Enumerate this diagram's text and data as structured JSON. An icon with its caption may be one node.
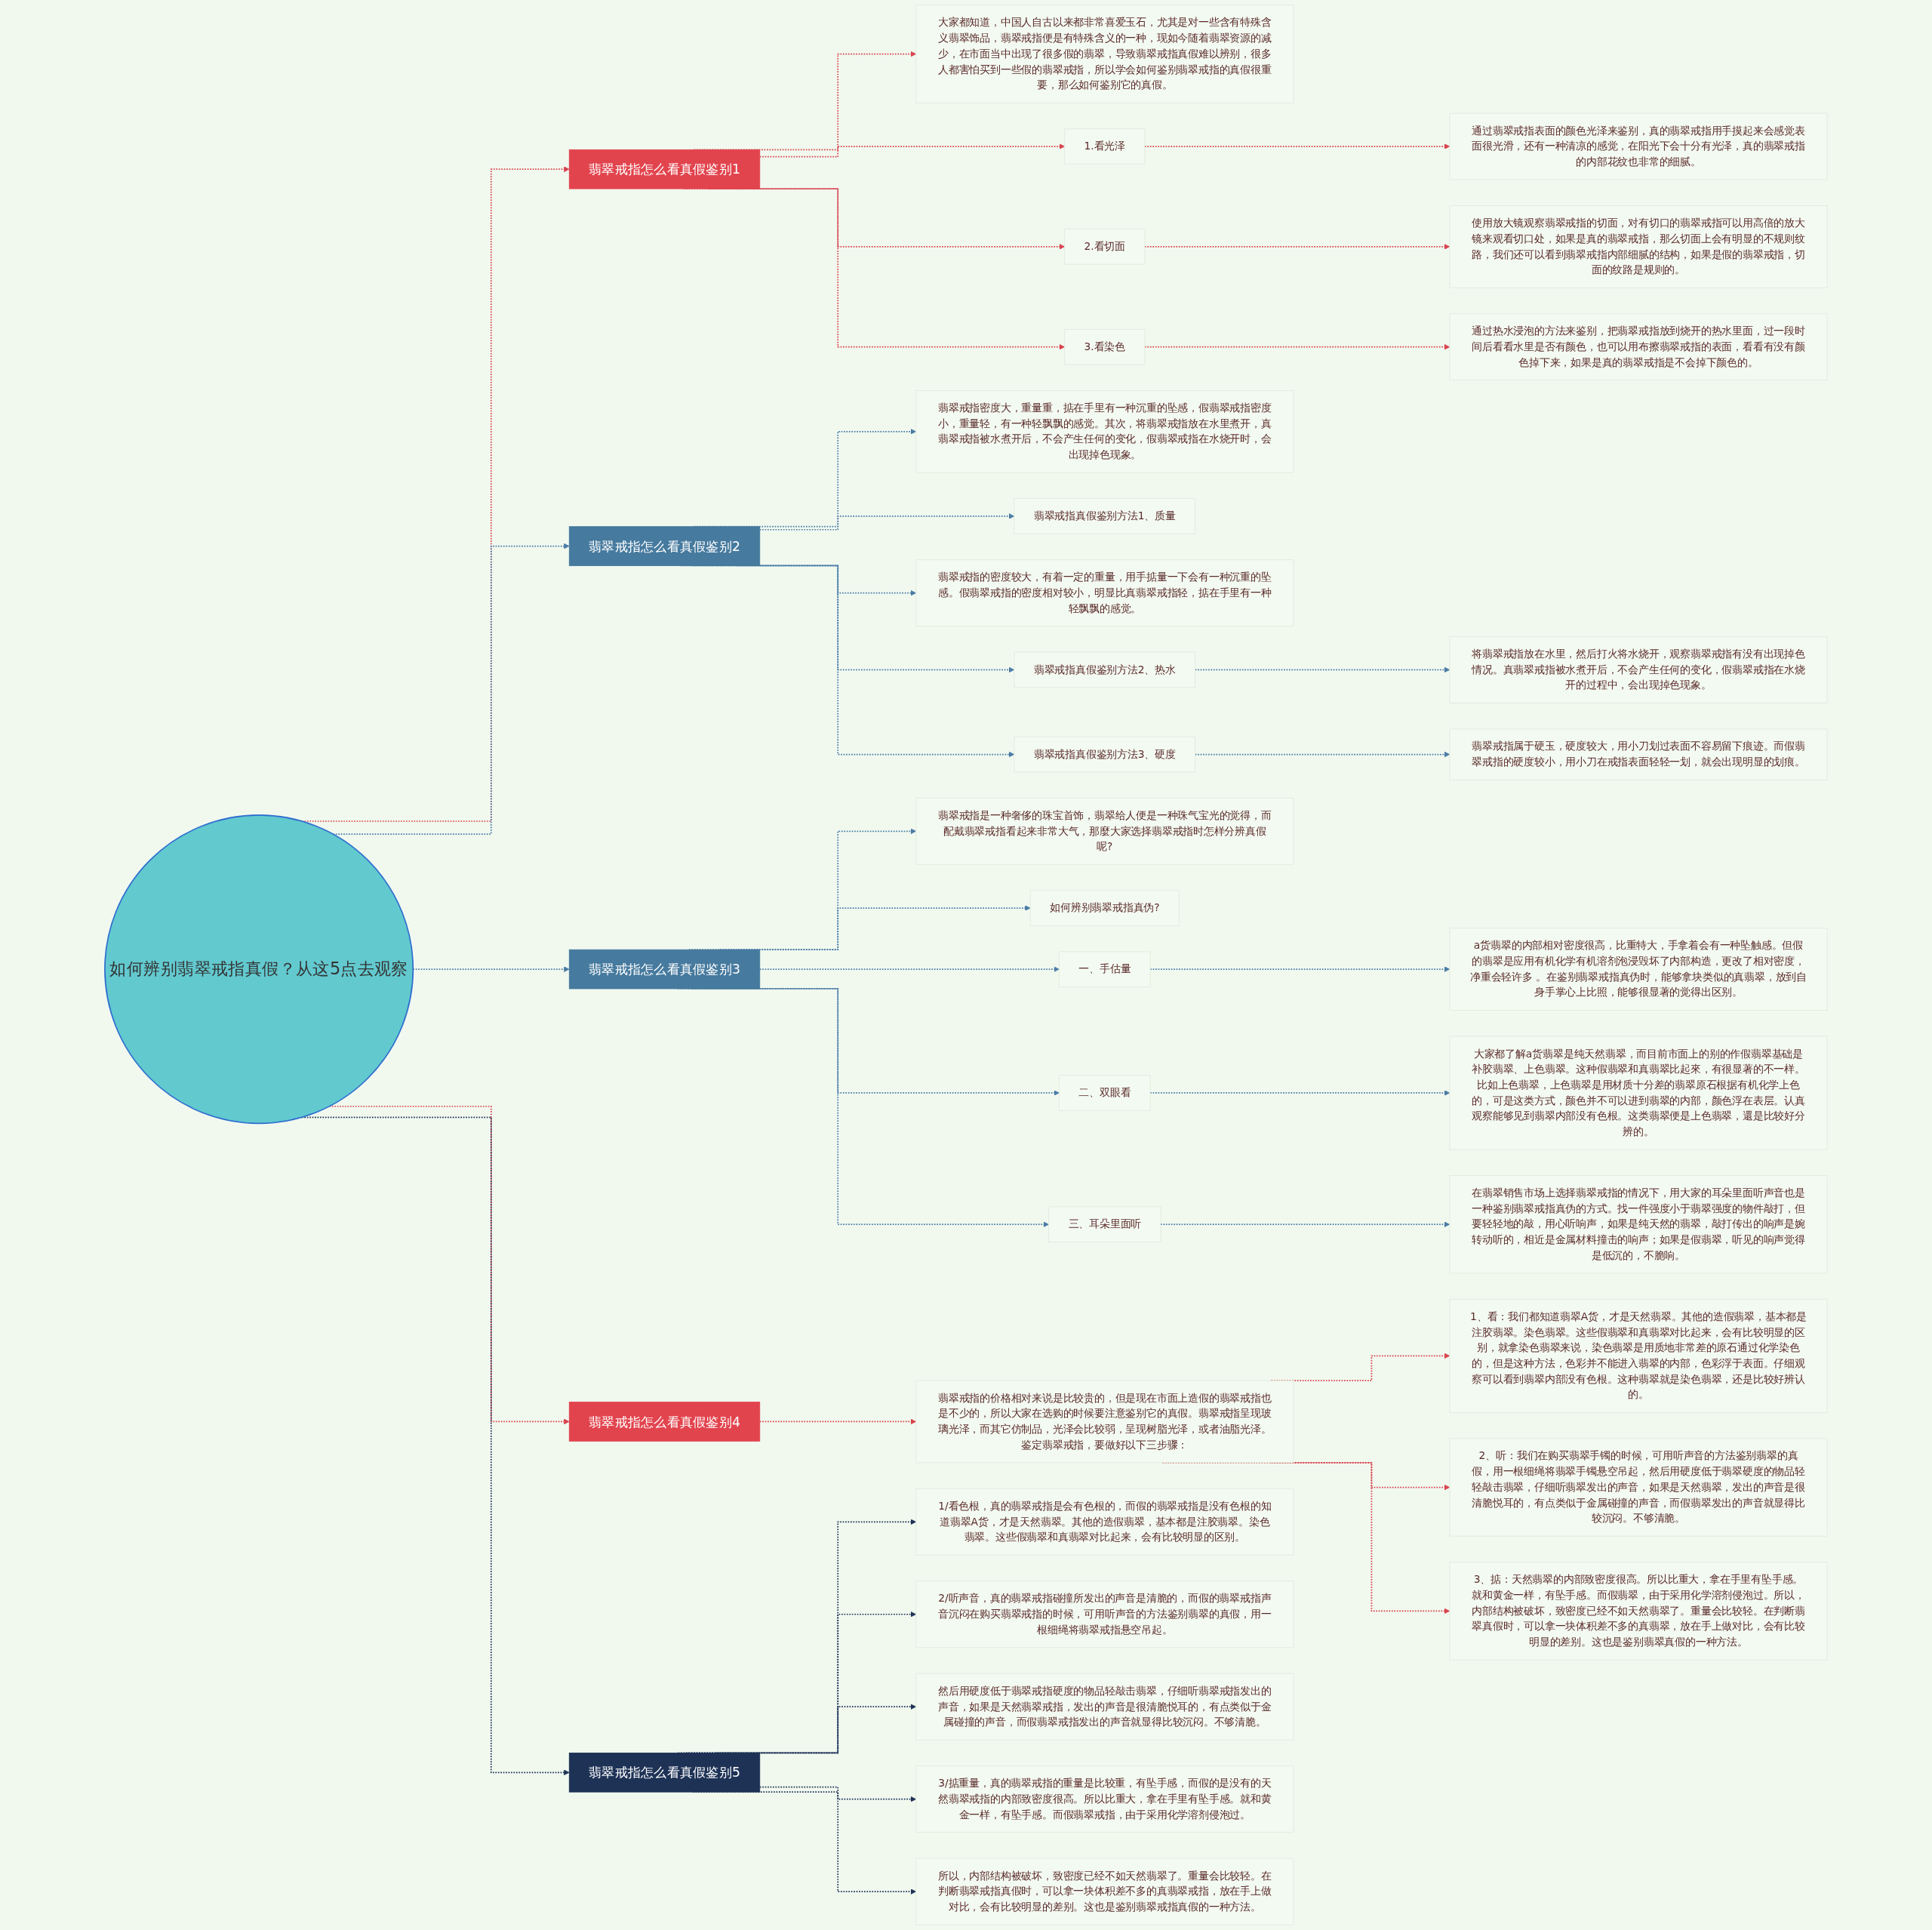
{
  "diagram": {
    "nodes": [
      {
        "text": [
          "如何辨别翡翠戒指真假？从这5点去观察"
        ]
      },
      {
        "text": [
          "翡翠戒指怎么看真假鉴别1"
        ]
      },
      {
        "text": [
          "大家都知道，中国人自古以来都非常喜爱玉石，尤其是对一些含有特殊含义翡翠饰品，翡翠戒指便是有特殊含义的一种，现如今随着翡翠资源的减少，在市面当中出现了很多假的翡翠，导致翡翠戒指真假难以辨别，很多人都害怕买到一些假的翡翠戒指，所以学会如何鉴别翡翠戒指的真假很重要，那么如何鉴别它的真假。"
        ]
      },
      {
        "text": [
          "1.看光泽"
        ]
      },
      {
        "text": [
          "通过翡翠戒指表面的颜色光泽来鉴别，真的翡翠戒指用手摸起来会感觉表面很光滑，还有一种清凉的感觉，在阳光下会十分有光泽，真的翡翠戒指的内部花纹也非常的细腻。"
        ]
      },
      {
        "text": [
          "2.看切面"
        ]
      },
      {
        "text": [
          "使用放大镜观察翡翠戒指的切面，对有切口的翡翠戒指可以用高倍的放大镜来观看切口处，如果是真的翡翠戒指，那么切面上会有明显的不规则纹路，我们还可以看到翡翠戒指内部细腻的结构，如果是假的翡翠戒指，切面的纹路是规则的。"
        ]
      },
      {
        "text": [
          "3.看染色"
        ]
      },
      {
        "text": [
          "通过热水浸泡的方法来鉴别，把翡翠戒指放到烧开的热水里面，过一段时间后看看水里是否有颜色，也可以用布擦翡翠戒指的表面，看看有没有颜色掉下来，如果是真的翡翠戒指是不会掉下颜色的。"
        ]
      },
      {
        "text": [
          "翡翠戒指怎么看真假鉴别2"
        ]
      },
      {
        "text": [
          "翡翠戒指密度大，重量重，掂在手里有一种沉重的坠感，假翡翠戒指密度小，重量轻，有一种轻飘飘的感觉。其次，将翡翠戒指放在水里煮开，真翡翠戒指被水煮开后，不会产生任何的变化，假翡翠戒指在水烧开时，会出现掉色现象。"
        ]
      },
      {
        "text": [
          "翡翠戒指真假鉴别方法1、质量"
        ]
      },
      {
        "text": [
          "翡翠戒指的密度较大，有着一定的重量，用手掂量一下会有一种沉重的坠感。假翡翠戒指的密度相对较小，明显比真翡翠戒指轻，掂在手里有一种轻飘飘的感觉。"
        ]
      },
      {
        "text": [
          "翡翠戒指真假鉴别方法2、热水"
        ]
      },
      {
        "text": [
          "将翡翠戒指放在水里，然后打火将水烧开，观察翡翠戒指有没有出现掉色情况。真翡翠戒指被水煮开后，不会产生任何的变化，假翡翠戒指在水烧开的过程中，会出现掉色现象。"
        ]
      },
      {
        "text": [
          "翡翠戒指真假鉴别方法3、硬度"
        ]
      },
      {
        "text": [
          "翡翠戒指属于硬玉，硬度较大，用小刀划过表面不容易留下痕迹。而假翡翠戒指的硬度较小，用小刀在戒指表面轻轻一划，就会出现明显的划痕。"
        ]
      },
      {
        "text": [
          "翡翠戒指怎么看真假鉴别3"
        ]
      },
      {
        "text": [
          "翡翠戒指是一种奢侈的珠宝首饰，翡翠给人便是一种珠气宝光的觉得，而配戴翡翠戒指看起来非常大气，那麼大家选择翡翠戒指时怎样分辨真假呢?"
        ]
      },
      {
        "text": [
          "如何辨别翡翠戒指真伪?"
        ]
      },
      {
        "text": [
          "一、手估量"
        ]
      },
      {
        "text": [
          "a货翡翠的内部相对密度很高，比重特大，手拿着会有一种坠触感。但假的翡翠是应用有机化学有机溶剂泡浸毁坏了内部构造，更改了相对密度，净重会轻许多 。在鉴别翡翠戒指真伪时，能够拿块类似的真翡翠，放到自身手掌心上比照，能够很显著的觉得出区别。"
        ]
      },
      {
        "text": [
          "二、双眼看"
        ]
      },
      {
        "text": [
          "大家都了解a货翡翠是纯天然翡翠，而目前市面上的别的作假翡翠基础是补胶翡翠、上色翡翠。这种假翡翠和真翡翠比起來，有很显著的不一样。比如上色翡翠，上色翡翠是用材质十分差的翡翠原石根据有机化学上色的，可是这类方式，颜色并不可以进到翡翠的内部，颜色浮在表层。认真观察能够见到翡翠内部没有色根。这类翡翠便是上色翡翠，還是比较好分辨的。"
        ]
      },
      {
        "text": [
          "三、耳朵里面听"
        ]
      },
      {
        "text": [
          "在翡翠销售市场上选择翡翠戒指的情况下，用大家的耳朵里面听声音也是一种鉴别翡翠戒指真伪的方式。找一件强度小于翡翠强度的物件敲打，但要轻轻地的敲，用心听响声，如果是纯天然的翡翠，敲打传出的响声是婉转动听的，相近是金属材料撞击的响声；如果是假翡翠，听见的响声觉得是低沉的，不脆响。"
        ]
      },
      {
        "text": [
          "翡翠戒指怎么看真假鉴别4"
        ]
      },
      {
        "text": [
          "翡翠戒指的价格相对来说是比较贵的，但是现在市面上造假的翡翠戒指也是不少的，所以大家在选购的时候要注意鉴别它的真假。翡翠戒指呈现玻璃光泽，而其它仿制品，光泽会比较弱，呈现树脂光泽，或者油脂光泽。鉴定翡翠戒指，要做好以下三步骤："
        ]
      },
      {
        "text": [
          "1、看：我们都知道翡翠A货，才是天然翡翠。其他的造假翡翠，基本都是注胶翡翠。染色翡翠。这些假翡翠和真翡翠对比起来，会有比较明显的区别，就拿染色翡翠来说，染色翡翠是用质地非常差的原石通过化学染色的，但是这种方法，色彩并不能进入翡翠的内部，色彩浮于表面。仔细观察可以看到翡翠内部没有色根。这种翡翠就是染色翡翠，还是比较好辨认的。"
        ]
      },
      {
        "text": [
          "2、听：我们在购买翡翠手镯的时候，可用听声音的方法鉴别翡翠的真假，用一根细绳将翡翠手镯悬空吊起，然后用硬度低于翡翠硬度的物品轻轻敲击翡翠，仔细听翡翠发出的声音，如果是天然翡翠，发出的声音是很清脆悦耳的，有点类似于金属碰撞的声音，而假翡翠发出的声音就显得比较沉闷。不够清脆。"
        ]
      },
      {
        "text": [
          "3、掂：天然翡翠的内部致密度很高。所以比重大，拿在手里有坠手感。就和黄金一样，有坠手感。而假翡翠，由于采用化学溶剂侵泡过。所以，内部结构被破坏，致密度已经不如天然翡翠了。重量会比较轻。在判断翡翠真假时，可以拿一块体积差不多的真翡翠，放在手上做对比，会有比较明显的差别。这也是鉴别翡翠真假的一种方法。"
        ]
      },
      {
        "text": [
          "翡翠戒指怎么看真假鉴别5"
        ]
      },
      {
        "text": [
          "1/看色根，真的翡翠戒指是会有色根的，而假的翡翠戒指是没有色根的知道翡翠A货，才是天然翡翠。其他的造假翡翠，基本都是注胶翡翠。染色翡翠。这些假翡翠和真翡翠对比起来，会有比较明显的区别。"
        ]
      },
      {
        "text": [
          "2/听声音，真的翡翠戒指碰撞所发出的声音是清脆的，而假的翡翠戒指声音沉闷在购买翡翠戒指的时候，可用听声音的方法鉴别翡翠的真假，用一根细绳将翡翠戒指悬空吊起。"
        ]
      },
      {
        "text": [
          "然后用硬度低于翡翠戒指硬度的物品轻敲击翡翠，仔细听翡翠戒指发出的声音，如果是天然翡翠戒指，发出的声音是很清脆悦耳的，有点类似于金属碰撞的声音，而假翡翠戒指发出的声音就显得比较沉闷。不够清脆。"
        ]
      },
      {
        "text": [
          "3/掂重量，真的翡翠戒指的重量是比较重，有坠手感，而假的是没有的天然翡翠戒指的内部致密度很高。所以比重大，拿在手里有坠手感。就和黄金一样，有坠手感。而假翡翠戒指，由于采用化学溶剂侵泡过。"
        ]
      },
      {
        "text": [
          "所以，内部结构被破坏，致密度已经不如天然翡翠了。重量会比较轻。在判断翡翠戒指真假时，可以拿一块体积差不多的真翡翠戒指，放在手上做对比，会有比较明显的差别。这也是鉴别翡翠戒指真假的一种方法。"
        ]
      }
    ],
    "edges": [
      {
        "from": 0,
        "to": 1,
        "arrow": "to",
        "style": "dashed",
        "color": "#d9434f"
      },
      {
        "from": 1,
        "to": 2,
        "arrow": "to",
        "style": "dashed",
        "color": "#d9434f"
      },
      {
        "from": 1,
        "to": 3,
        "arrow": "to",
        "style": "dashed",
        "color": "#d9434f"
      },
      {
        "from": 3,
        "to": 4,
        "arrow": "to",
        "style": "dashed",
        "color": "#d9434f"
      },
      {
        "from": 1,
        "to": 5,
        "arrow": "to",
        "style": "dashed",
        "color": "#d9434f"
      },
      {
        "from": 5,
        "to": 6,
        "arrow": "to",
        "style": "dashed",
        "color": "#d9434f"
      },
      {
        "from": 1,
        "to": 7,
        "arrow": "to",
        "style": "dashed",
        "color": "#d9434f"
      },
      {
        "from": 7,
        "to": 8,
        "arrow": "to",
        "style": "dashed",
        "color": "#d9434f"
      },
      {
        "from": 0,
        "to": 9,
        "arrow": "to",
        "style": "dashed",
        "color": "#4a7ba6"
      },
      {
        "from": 9,
        "to": 10,
        "arrow": "to",
        "style": "dashed",
        "color": "#4a7ba6"
      },
      {
        "from": 9,
        "to": 11,
        "arrow": "to",
        "style": "dashed",
        "color": "#4a7ba6"
      },
      {
        "from": 9,
        "to": 12,
        "arrow": "to",
        "style": "dashed",
        "color": "#4a7ba6"
      },
      {
        "from": 9,
        "to": 13,
        "arrow": "to",
        "style": "dashed",
        "color": "#4a7ba6"
      },
      {
        "from": 13,
        "to": 14,
        "arrow": "to",
        "style": "dashed",
        "color": "#4a7ba6"
      },
      {
        "from": 9,
        "to": 15,
        "arrow": "to",
        "style": "dashed",
        "color": "#4a7ba6"
      },
      {
        "from": 15,
        "to": 16,
        "arrow": "to",
        "style": "dashed",
        "color": "#4a7ba6"
      },
      {
        "from": 0,
        "to": 17,
        "arrow": "to",
        "style": "dashed",
        "color": "#4a7ba6"
      },
      {
        "from": 17,
        "to": 18,
        "arrow": "to",
        "style": "dashed",
        "color": "#4a7ba6"
      },
      {
        "from": 17,
        "to": 19,
        "arrow": "to",
        "style": "dashed",
        "color": "#4a7ba6"
      },
      {
        "from": 17,
        "to": 20,
        "arrow": "to",
        "style": "dashed",
        "color": "#4a7ba6"
      },
      {
        "from": 20,
        "to": 21,
        "arrow": "to",
        "style": "dashed",
        "color": "#4a7ba6"
      },
      {
        "from": 17,
        "to": 22,
        "arrow": "to",
        "style": "dashed",
        "color": "#4a7ba6"
      },
      {
        "from": 22,
        "to": 23,
        "arrow": "to",
        "style": "dashed",
        "color": "#4a7ba6"
      },
      {
        "from": 17,
        "to": 24,
        "arrow": "to",
        "style": "dashed",
        "color": "#4a7ba6"
      },
      {
        "from": 24,
        "to": 25,
        "arrow": "to",
        "style": "dashed",
        "color": "#4a7ba6"
      },
      {
        "from": 0,
        "to": 26,
        "arrow": "to",
        "style": "dashed",
        "color": "#d9434f"
      },
      {
        "from": 26,
        "to": 27,
        "arrow": "to",
        "style": "dashed",
        "color": "#d9434f"
      },
      {
        "from": 27,
        "to": 28,
        "arrow": "to",
        "style": "dashed",
        "color": "#d9434f"
      },
      {
        "from": 27,
        "to": 29,
        "arrow": "to",
        "style": "dashed",
        "color": "#d9434f"
      },
      {
        "from": 27,
        "to": 30,
        "arrow": "to",
        "style": "dashed",
        "color": "#d9434f"
      },
      {
        "from": 0,
        "to": 31,
        "arrow": "to",
        "style": "dashed",
        "color": "#1e3256"
      },
      {
        "from": 31,
        "to": 32,
        "arrow": "to",
        "style": "dashed",
        "color": "#1e3256"
      },
      {
        "from": 31,
        "to": 33,
        "arrow": "to",
        "style": "dashed",
        "color": "#1e3256"
      },
      {
        "from": 31,
        "to": 34,
        "arrow": "to",
        "style": "dashed",
        "color": "#1e3256"
      },
      {
        "from": 31,
        "to": 35,
        "arrow": "to",
        "style": "dashed",
        "color": "#1e3256"
      },
      {
        "from": 31,
        "to": 36,
        "arrow": "to",
        "style": "dashed",
        "color": "#1e3256"
      }
    ]
  }
}
